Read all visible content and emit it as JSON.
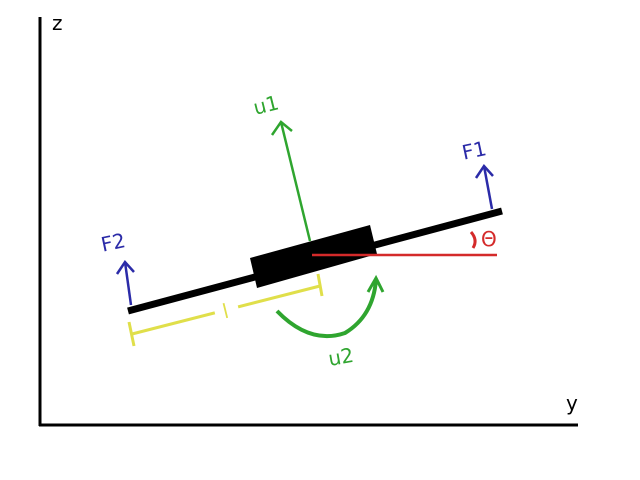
{
  "axes": {
    "z_label": "z",
    "y_label": "y"
  },
  "forces": {
    "f1_label": "F1",
    "f2_label": "F2"
  },
  "inputs": {
    "u1_label": "u1",
    "u2_label": "u2"
  },
  "geometry_labels": {
    "angle_label": "Θ",
    "length_label": "l"
  },
  "colors": {
    "axis": "#000000",
    "beam": "#000000",
    "force": "#2b2ba8",
    "input": "#2fa52f",
    "angle": "#d42a2a",
    "length": "#e0df4a"
  }
}
